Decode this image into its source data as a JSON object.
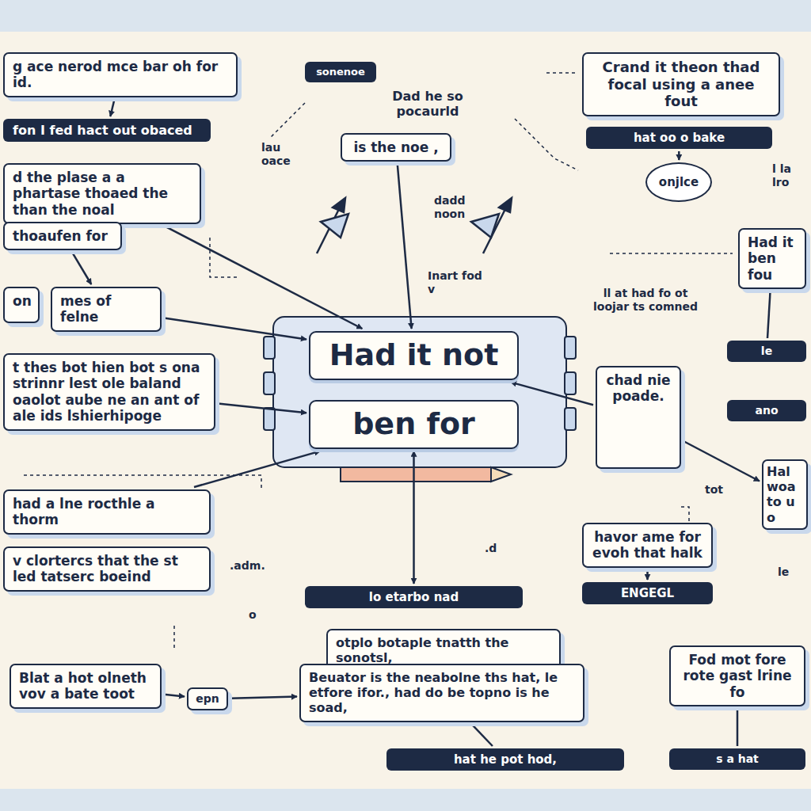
{
  "diagram": {
    "nodes": [
      {
        "text": [
          "g ace nerod mce bar oh for id."
        ]
      },
      {
        "text": [
          "sonenoe"
        ]
      },
      {
        "text": [
          "fon I fed hact out obaced"
        ]
      },
      {
        "text": [
          "d the plase a a phartase thoaed the than the noal"
        ]
      },
      {
        "text": [
          "thoaufen for"
        ]
      },
      {
        "text": [
          "on"
        ]
      },
      {
        "text": [
          "mes of felne"
        ]
      },
      {
        "text": [
          "t thes bot hien bot s ona strinnr lest ole baland oaolot aube ne an ant of ale ids lshierhipoge"
        ]
      },
      {
        "text": [
          "had a lne rocthle a thorm"
        ]
      },
      {
        "text": [
          "v clortercs that the st led tatserc boeind"
        ]
      },
      {
        "text": [
          "Blat a hot olneth vov a bate toot"
        ]
      },
      {
        "text": [
          "epn"
        ]
      },
      {
        "text": [
          "is the noe ,"
        ]
      },
      {
        "text": [
          "Had it not"
        ]
      },
      {
        "text": [
          "ben for"
        ]
      },
      {
        "text": [
          "lo etarbo nad"
        ]
      },
      {
        "text": [
          "otplo botaple tnatth the sonotsl,"
        ]
      },
      {
        "text": [
          "Beuator is the neabolne ths hat, le etfore ifor., had do be topno is he soad,"
        ]
      },
      {
        "text": [
          "hat he pot hod,"
        ]
      },
      {
        "text": [
          "Crand it theon thad focal using a anee fout"
        ]
      },
      {
        "text": [
          "hat oo o bake"
        ]
      },
      {
        "text": [
          "onjlce"
        ]
      },
      {
        "text": [
          "Had it ben fou"
        ]
      },
      {
        "text": [
          "le"
        ]
      },
      {
        "text": [
          "ano"
        ]
      },
      {
        "text": [
          "chad nie poade."
        ]
      },
      {
        "text": [
          "Hal woa to u o"
        ]
      },
      {
        "text": [
          "havor ame for evoh that halk"
        ]
      },
      {
        "text": [
          "ENGEGL"
        ]
      },
      {
        "text": [
          "Fod mot fore rote gast lrine fo"
        ]
      },
      {
        "text": [
          "s a hat"
        ]
      }
    ],
    "edges": [
      {
        "from": 0,
        "to": 2,
        "arrow": "to"
      },
      {
        "from": 4,
        "to": 6,
        "arrow": "to"
      },
      {
        "from": 3,
        "to": 13,
        "arrow": "to"
      },
      {
        "from": 6,
        "to": 13,
        "arrow": "to"
      },
      {
        "from": 7,
        "to": 14,
        "arrow": "to"
      },
      {
        "from": 8,
        "to": 14,
        "arrow": "to"
      },
      {
        "from": 12,
        "to": 13,
        "arrow": "to"
      },
      {
        "from": 15,
        "to": 14,
        "arrow": "both"
      },
      {
        "from": 25,
        "to": 13,
        "arrow": "to"
      },
      {
        "from": 25,
        "to": 26,
        "arrow": "to"
      },
      {
        "from": 10,
        "to": 11,
        "arrow": "to"
      },
      {
        "from": 11,
        "to": 17,
        "arrow": "to"
      },
      {
        "from": 17,
        "to": 18,
        "arrow": "none"
      },
      {
        "from": 20,
        "to": 21,
        "arrow": "to"
      },
      {
        "from": 22,
        "to": 23,
        "arrow": "none"
      },
      {
        "from": 27,
        "to": 28,
        "arrow": "to"
      },
      {
        "from": 29,
        "to": 30,
        "arrow": "none"
      }
    ],
    "labels": [
      "Dad he so pocaurld",
      "lau oace",
      "dadd noon",
      "Inart fod v",
      "ll at had fo ot loojar ts comned",
      "tot",
      "l la lro",
      ".adm.",
      "o",
      ".d",
      "le"
    ]
  }
}
